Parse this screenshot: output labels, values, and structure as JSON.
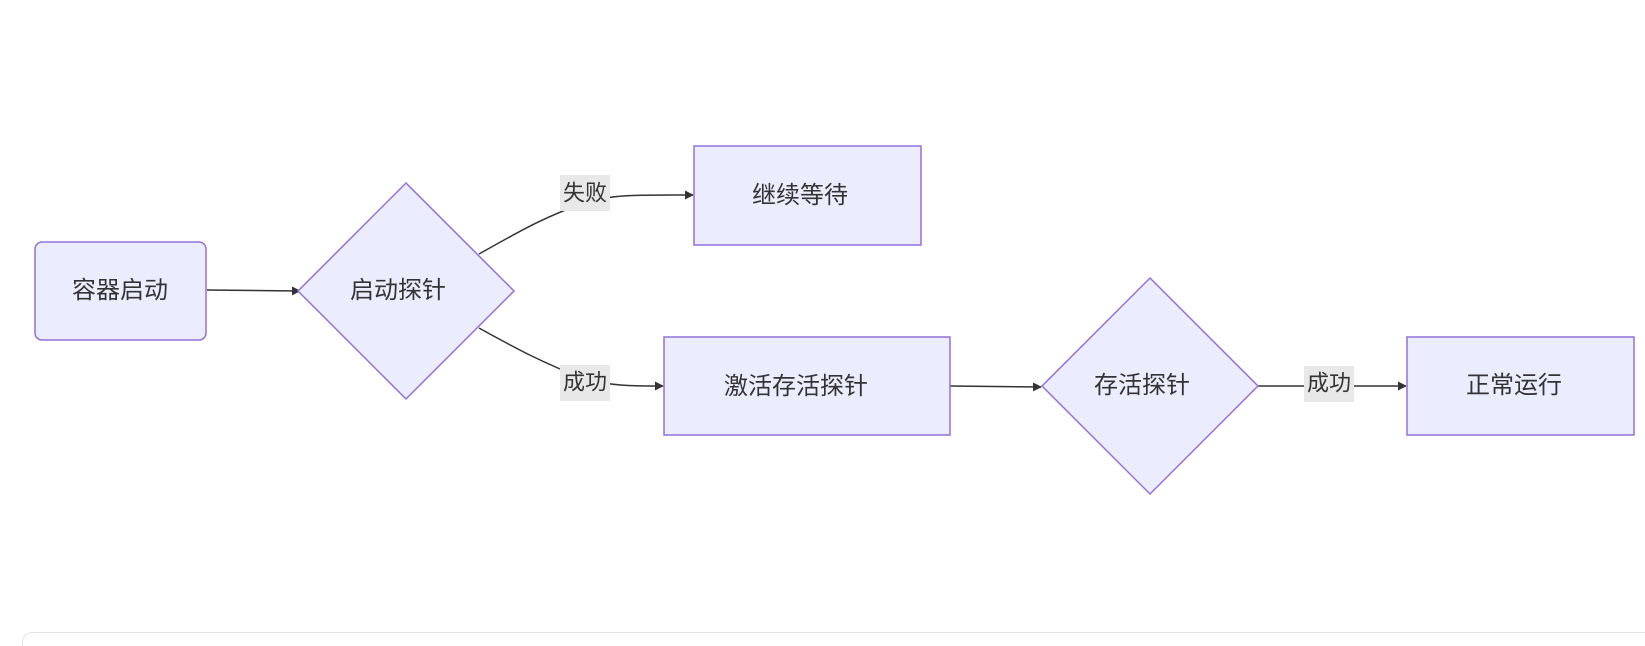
{
  "diagram": {
    "type": "flowchart",
    "direction": "left-to-right",
    "colors": {
      "node_fill": "#ECECFF",
      "node_stroke": "#9370DB",
      "edge": "#333333",
      "label_bg": "#e8e8e8",
      "text": "#333333"
    },
    "nodes": {
      "container_start": {
        "label": "容器启动",
        "shape": "rounded-rect"
      },
      "startup_probe": {
        "label": "启动探针",
        "shape": "diamond"
      },
      "keep_waiting": {
        "label": "继续等待",
        "shape": "rect"
      },
      "activate_liveness": {
        "label": "激活存活探针",
        "shape": "rect"
      },
      "liveness_probe": {
        "label": "存活探针",
        "shape": "diamond"
      },
      "running": {
        "label": "正常运行",
        "shape": "rect"
      }
    },
    "edges": [
      {
        "from": "container_start",
        "to": "startup_probe",
        "label": ""
      },
      {
        "from": "startup_probe",
        "to": "keep_waiting",
        "label": "失败"
      },
      {
        "from": "startup_probe",
        "to": "activate_liveness",
        "label": "成功"
      },
      {
        "from": "activate_liveness",
        "to": "liveness_probe",
        "label": ""
      },
      {
        "from": "liveness_probe",
        "to": "running",
        "label": "成功"
      }
    ]
  }
}
